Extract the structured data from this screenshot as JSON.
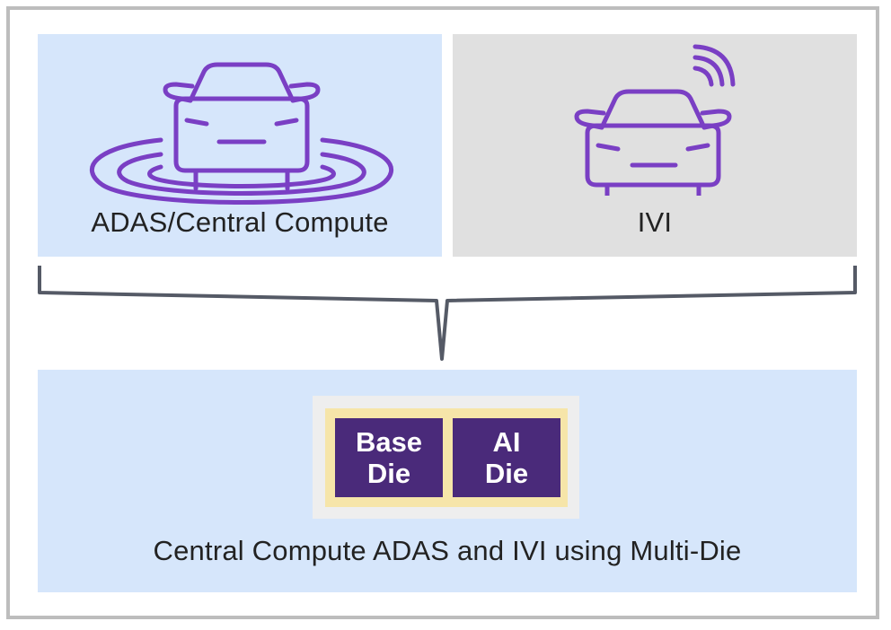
{
  "panels": {
    "adas_label": "ADAS/Central Compute",
    "ivi_label": "IVI",
    "bottom_label": "Central Compute ADAS and IVI using Multi-Die"
  },
  "dies": {
    "base": {
      "line1": "Base",
      "line2": "Die"
    },
    "ai": {
      "line1": "AI",
      "line2": "Die"
    }
  },
  "colors": {
    "panel_blue": "#d6e6fb",
    "panel_gray": "#e0e0e0",
    "icon_purple": "#7a3fc4",
    "die_purple": "#4a2a7a",
    "die_border": "#f6e5a9",
    "bracket": "#555a66"
  },
  "icons": {
    "adas": "car-with-sensor-rings-icon",
    "ivi": "car-with-wireless-signal-icon"
  }
}
